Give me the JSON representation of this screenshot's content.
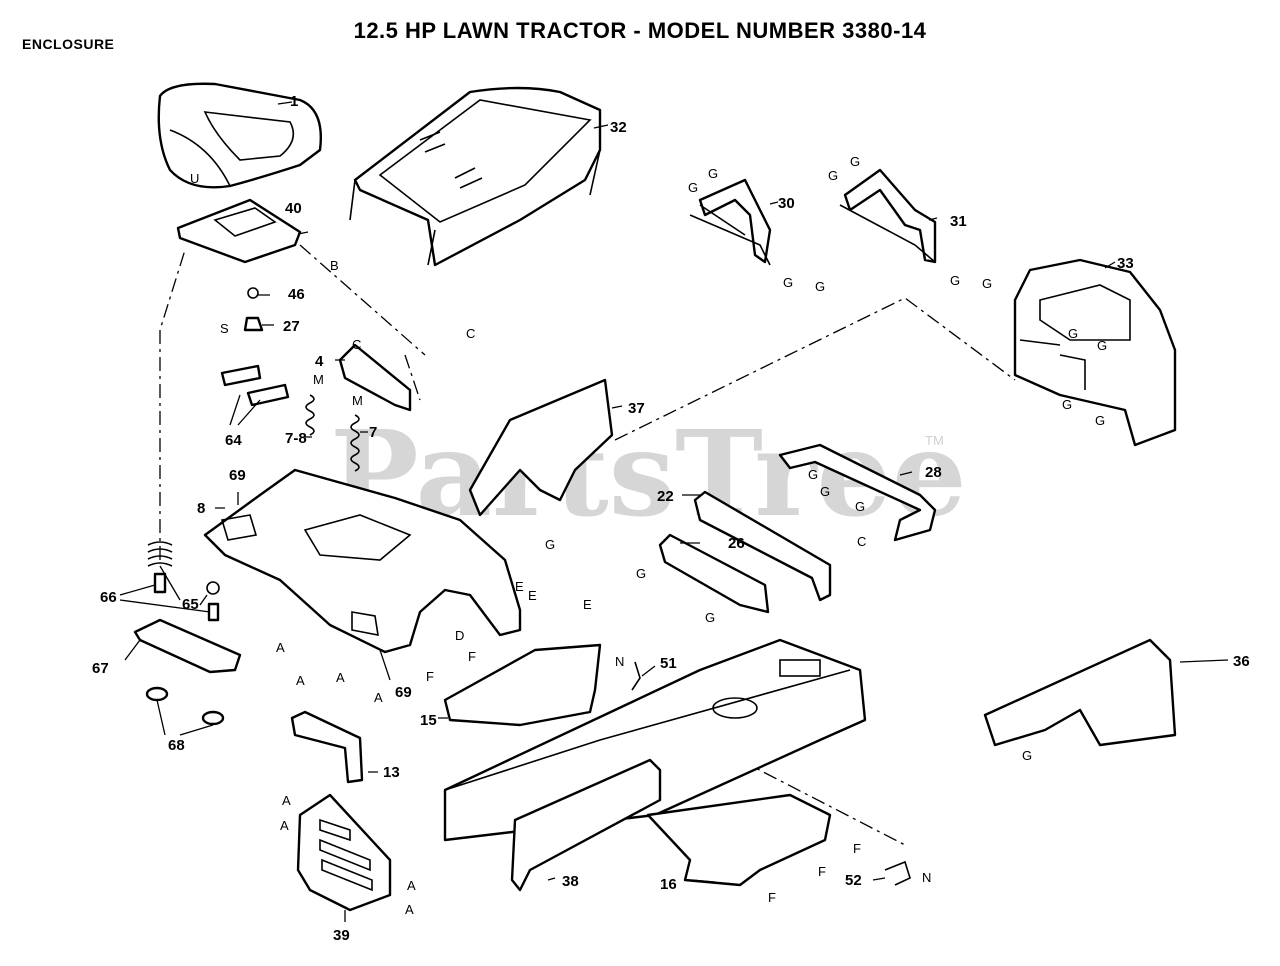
{
  "title": "12.5 HP LAWN TRACTOR - MODEL NUMBER 3380-14",
  "section": "ENCLOSURE",
  "watermark": "PartsTree",
  "trademark": "TM",
  "part_labels": {
    "p1": "1",
    "p32": "32",
    "p30": "30",
    "p31": "31",
    "p33": "33",
    "p40": "40",
    "p46": "46",
    "p27": "27",
    "p4": "4",
    "p37": "37",
    "p64": "64",
    "p7a": "7-8",
    "p7b": "7",
    "p69a": "69",
    "p8": "8",
    "p28": "28",
    "p22": "22",
    "p26": "26",
    "p65": "65",
    "p66": "66",
    "p67": "67",
    "p68": "68",
    "p69b": "69",
    "p51": "51",
    "p15": "15",
    "p36": "36",
    "p13": "13",
    "p38": "38",
    "p16": "16",
    "p52": "52",
    "p39": "39"
  },
  "connector_letters": {
    "u": "U",
    "b": "B",
    "s": "S",
    "c1": "C",
    "c2": "C",
    "m1": "M",
    "m2": "M",
    "g30a": "G",
    "g30b": "G",
    "g30c": "G",
    "g30d": "G",
    "g31a": "G",
    "g31b": "G",
    "g31c": "G",
    "g31d": "G",
    "g33a": "G",
    "g33b": "G",
    "g33c": "G",
    "g33d": "G",
    "g37": "G",
    "g28a": "G",
    "g28b": "G",
    "g28c": "G",
    "c28": "C",
    "g26a": "G",
    "g26b": "G",
    "e1": "E",
    "e2": "E",
    "e3": "E",
    "d": "D",
    "n1": "N",
    "n2": "N",
    "f1": "F",
    "f2": "F",
    "f3": "F",
    "f4": "F",
    "f5": "F",
    "a1": "A",
    "a2": "A",
    "a3": "A",
    "a4": "A",
    "a5": "A",
    "a6": "A",
    "a7": "A",
    "a8": "A",
    "g36": "G"
  }
}
